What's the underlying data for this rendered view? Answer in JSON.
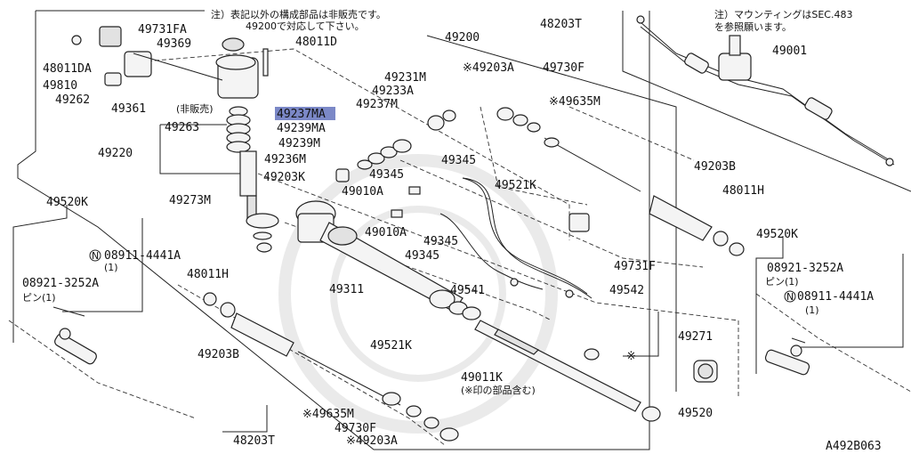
{
  "notes": {
    "top_left": "注）表記以外の構成部品は非販売です。",
    "top_left_2": "49200で対応して下さい。",
    "top_right": "注）マウンティングはSEC.483",
    "top_right_2": "を参照願います。"
  },
  "diagram_code": "A492B063",
  "highlighted_part": "49237MA",
  "labels": {
    "p49731FA": "49731FA",
    "p49369": "49369",
    "p48011D_a": "48011DA",
    "p48011D": "48011D",
    "p49200": "49200",
    "p49810": "49810",
    "p49262": "49262",
    "p49361": "49361",
    "p49361_note": "(非販売)",
    "p49263": "49263",
    "p49220": "49220",
    "p49231M": "49231M",
    "p49233A": "49233A",
    "p49237M": "49237M",
    "p49237MA": "49237MA",
    "p49239MA": "49239MA",
    "p49239M": "49239M",
    "p49236M": "49236M",
    "p49203K": "49203K",
    "p49345_a": "49345",
    "p49345_b": "49345",
    "p49345_c": "49345",
    "p49345_d": "49345",
    "p49010A_a": "49010A",
    "p49010A_b": "49010A",
    "p49273M": "49273M",
    "p49311": "49311",
    "p48203T_top": "48203T",
    "p49203A_top": "※49203A",
    "p49730F_top": "49730F",
    "p49635M_top": "※49635M",
    "p49521K_top": "49521K",
    "p49203B_right": "49203B",
    "p48011H_right": "48011H",
    "p49731F": "49731F",
    "p49541": "49541",
    "p49542": "49542",
    "p49001": "49001",
    "p49520K_left": "49520K",
    "p08911_left": "08911-4441A",
    "p08911_left_qty": "(1)",
    "p08921_left": "08921-3252A",
    "p08921_left_pin": "ピン(1)",
    "p48011H_left": "48011H",
    "p49203B_left": "49203B",
    "p49521K_bot": "49521K",
    "p49635M_bot": "※49635M",
    "p49730F_bot": "49730F",
    "p49203A_bot": "※49203A",
    "p48203T_bot": "48203T",
    "p49011K": "49011K",
    "p49011K_note": "(※印の部品含む)",
    "p49271": "49271",
    "p49271_mark": "※",
    "p49520": "49520",
    "p49520K_right": "49520K",
    "p08921_right": "08921-3252A",
    "p08921_right_pin": "ピン(1)",
    "p08911_right": "08911-4441A",
    "p08911_right_qty": "(1)",
    "n_marker_left": "N",
    "n_marker_right": "N"
  }
}
